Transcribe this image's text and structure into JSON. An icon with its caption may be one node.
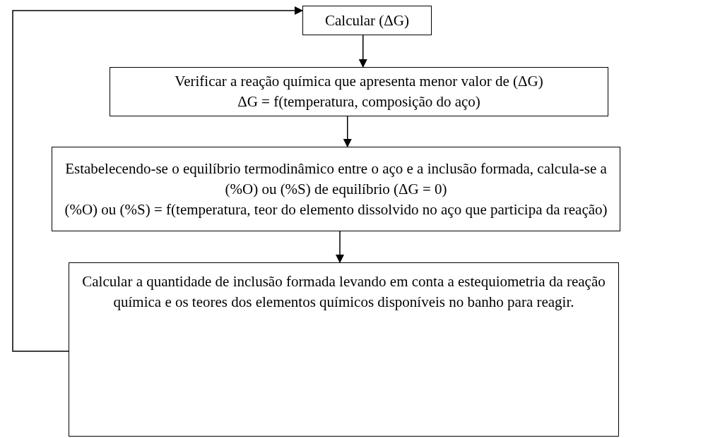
{
  "diagram": {
    "nodes": [
      {
        "text": [
          "Calcular (ΔG)"
        ]
      },
      {
        "text": [
          "Verificar a reação química que apresenta menor valor de (ΔG)",
          "ΔG = f(temperatura, composição do aço)"
        ]
      },
      {
        "text": [
          "Estabelecendo-se o equilíbrio termodinâmico entre o aço e a inclusão formada, calcula-se a (%O) ou (%S) de equilíbrio (ΔG = 0)",
          "(%O) ou (%S) = f(temperatura, teor do elemento dissolvido no aço que participa da reação)"
        ]
      },
      {
        "text": [
          "Calcular a quantidade de inclusão formada levando em conta a estequiometria da reação química e os teores dos elementos químicos disponíveis no banho para reagir."
        ]
      }
    ],
    "edges": [
      {
        "from": 0,
        "to": 1,
        "arrow": "to"
      },
      {
        "from": 1,
        "to": 2,
        "arrow": "to"
      },
      {
        "from": 2,
        "to": 3,
        "arrow": "to"
      },
      {
        "from": 3,
        "to": 0,
        "arrow": "to"
      }
    ]
  }
}
